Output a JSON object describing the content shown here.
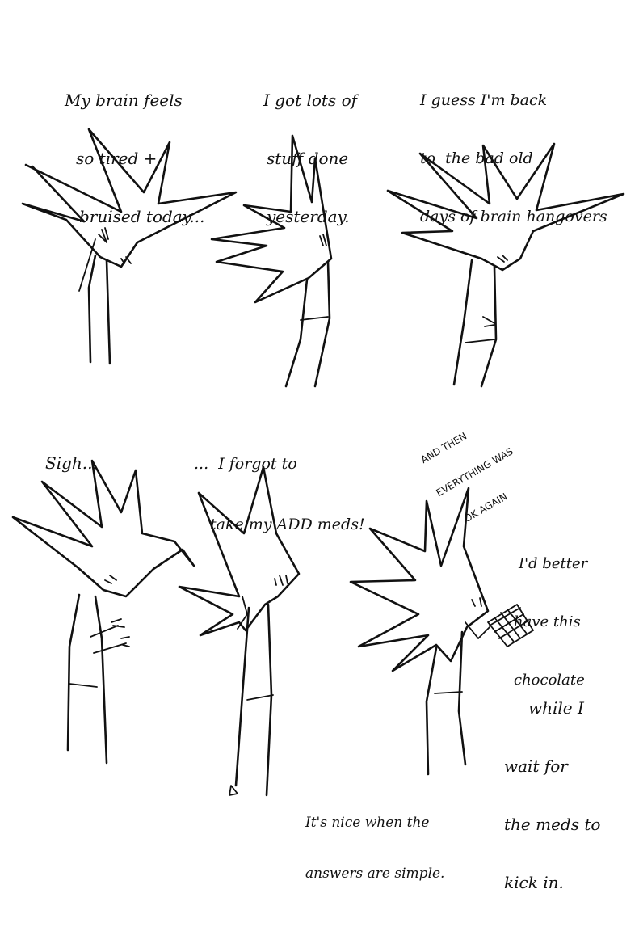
{
  "panels": [
    {
      "caption": [
        "My brain feels",
        "so tired +",
        "bruised today..."
      ]
    },
    {
      "caption": [
        "I got lots of",
        "stuff done",
        "yesterday."
      ]
    },
    {
      "caption": [
        "I guess I'm back",
        "to  the bad old",
        "days of brain hangovers"
      ]
    },
    {
      "caption": [
        "Sigh..."
      ]
    },
    {
      "caption": [
        "...  I forgot to",
        "take my ADD meds!"
      ]
    },
    {
      "shout": [
        "AND THEN",
        "EVERYTHING WAS",
        "OK AGAIN"
      ],
      "caption_right": [
        "I'd better",
        "have this",
        "chocolate"
      ],
      "caption_mid": [
        "while I",
        "wait for",
        "the meds to",
        "kick in."
      ],
      "caption_bottom": [
        "It's nice when the",
        "answers are simple."
      ]
    }
  ]
}
